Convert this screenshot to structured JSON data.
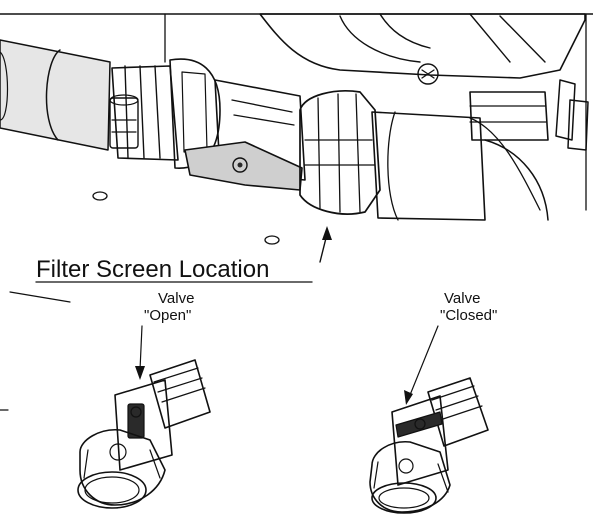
{
  "labels": {
    "main_callout": "Filter Screen Location",
    "open_valve": {
      "line1": "Valve",
      "line2": "\"Open\""
    },
    "closed_valve": {
      "line1": "Valve",
      "line2": "\"Closed\""
    }
  },
  "colors": {
    "ink": "#111111",
    "shade": "#e6e6e6",
    "paper": "#ffffff"
  }
}
